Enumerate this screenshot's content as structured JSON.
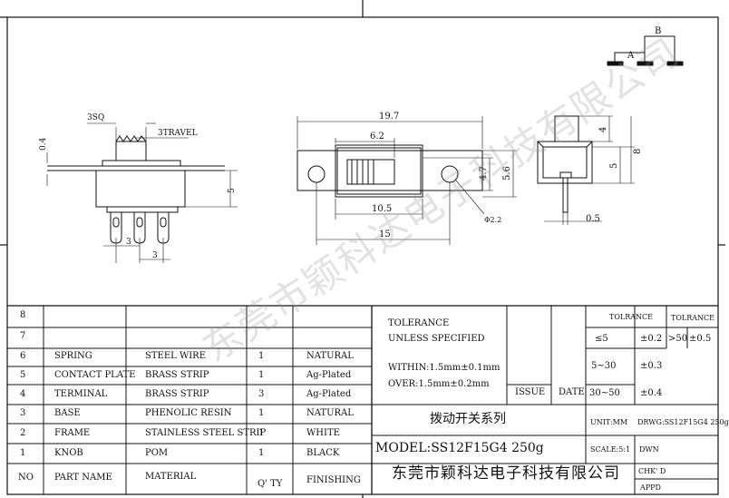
{
  "colors": {
    "line": "#111111",
    "watermark": "#9a9a9a"
  },
  "pin_diagram": {
    "label_a": "A",
    "label_b": "B"
  },
  "side_view": {
    "dim_3sq": "3SQ",
    "dim_travel": "3TRAVEL",
    "dim_04": "0.4",
    "dim_5": "5",
    "dim_3a": "3",
    "dim_3b": "3"
  },
  "top_view": {
    "dim_197": "19.7",
    "dim_62": "6.2",
    "dim_47": "4.7",
    "dim_56": "5.6",
    "dim_105": "10.5",
    "dim_15": "15",
    "dim_hole": "Φ2.2"
  },
  "end_view": {
    "dim_4": "4",
    "dim_5": "5",
    "dim_8": "8",
    "dim_05": "0.5"
  },
  "bom": [
    {
      "no": "8",
      "part": "",
      "material": "",
      "qty": "",
      "finishing": ""
    },
    {
      "no": "7",
      "part": "",
      "material": "",
      "qty": "",
      "finishing": ""
    },
    {
      "no": "6",
      "part": "SPRING",
      "material": "STEEL WIRE",
      "qty": "1",
      "finishing": "NATURAL"
    },
    {
      "no": "5",
      "part": "CONTACT PLATE",
      "material": "BRASS STRIP",
      "qty": "1",
      "finishing": "Ag-Plated"
    },
    {
      "no": "4",
      "part": "TERMINAL",
      "material": "BRASS STRIP",
      "qty": "3",
      "finishing": "Ag-Plated"
    },
    {
      "no": "3",
      "part": "BASE",
      "material": "PHENOLIC RESIN",
      "qty": "1",
      "finishing": "NATURAL"
    },
    {
      "no": "2",
      "part": "FRAME",
      "material": "STAINLESS STEEL STRIP",
      "qty": "1",
      "finishing": "WHITE"
    },
    {
      "no": "1",
      "part": "KNOB",
      "material": "POM",
      "qty": "1",
      "finishing": "BLACK"
    }
  ],
  "bom_header": {
    "no": "NO",
    "part": "PART NAME",
    "material": "MATERIAL",
    "qty": "Q' TY",
    "finishing": "FINISHING"
  },
  "tolerance": {
    "title": "TOLERANCE",
    "subtitle": "UNLESS SPECIFIED",
    "within": "WITHIN:1.5mm±0.1mm",
    "over": "OVER:1.5mm±0.2mm",
    "issue": "ISSUE",
    "date": "DATE",
    "tolrance_head": "TOLRANCE",
    "tolrance_head2": "TOLRANCE",
    "rows": [
      {
        "range": "≤5",
        "tol": "±0.2"
      },
      {
        "range": "5~30",
        "tol": "±0.3"
      },
      {
        "range": "30~50",
        "tol": "±0.4"
      }
    ],
    "gt50": ">50",
    "gt50_tol": "±0.5"
  },
  "title_block": {
    "name_cn": "拨动开关系列",
    "unit": "UNIT:MM",
    "drwg": "DRWG:SS12F15G4 250g",
    "model": "MODEL:SS12F15G4 250g",
    "scale": "SCALE:5:1",
    "dwn": "DWN",
    "company": "东莞市颖科达电子科技有限公司",
    "chkd": "CHK' D",
    "appd": "APPD"
  },
  "watermark": "东莞市颖科达电子科技有限公司"
}
